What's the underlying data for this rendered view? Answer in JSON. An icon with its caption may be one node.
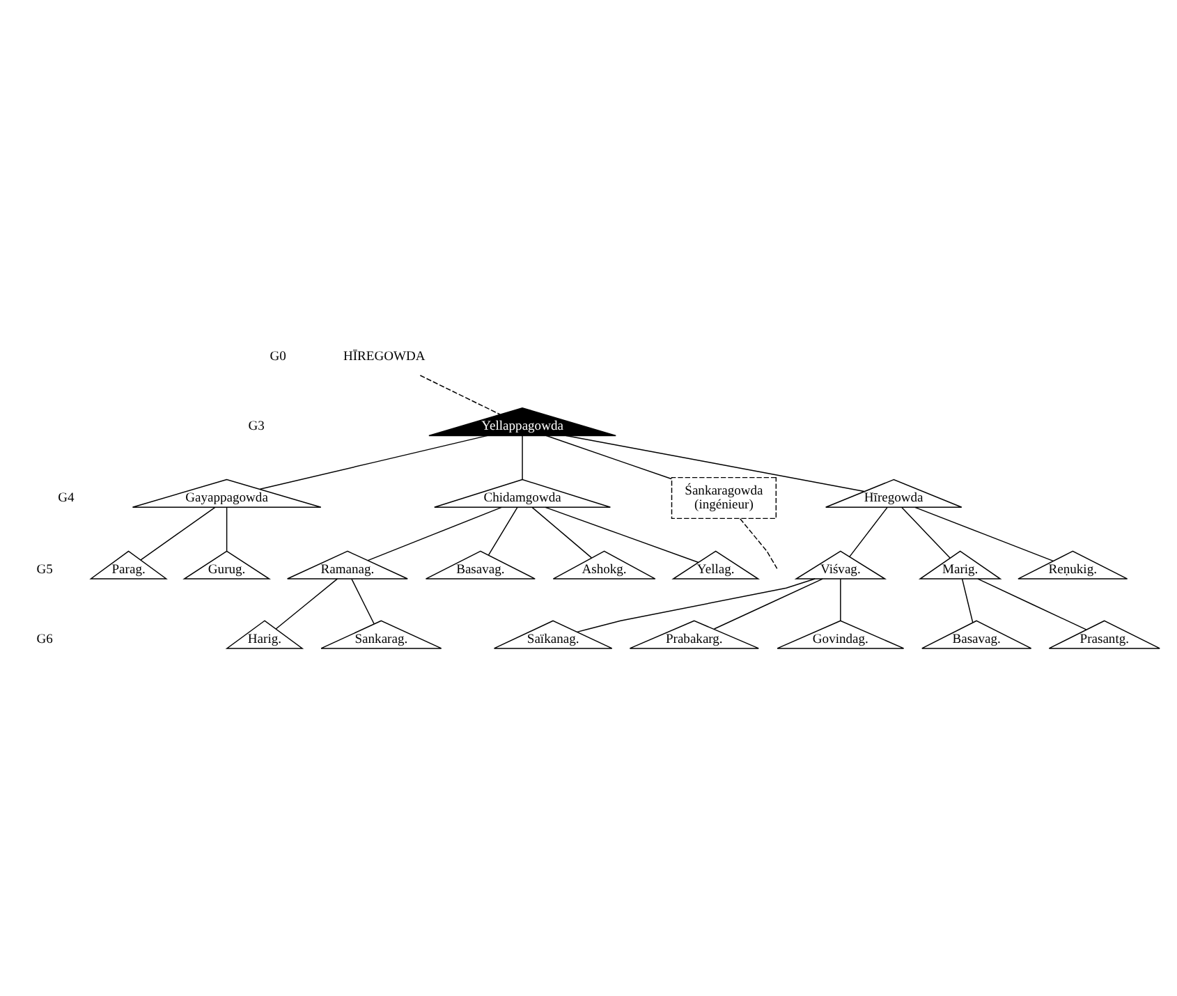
{
  "diagram": {
    "nodes": [
      {
        "text": [
          "HĪREGOWDA"
        ]
      },
      {
        "text": [
          "Yellappagowda"
        ]
      },
      {
        "text": [
          "Hīregowda"
        ]
      },
      {
        "text": [
          "Gayappagowda"
        ]
      },
      {
        "text": [
          "Chidamgowda"
        ]
      },
      {
        "text": [
          "Śankaragowda",
          "(ingénieur)"
        ]
      },
      {
        "text": [
          "Marig."
        ]
      },
      {
        "text": [
          "Reṇukig."
        ]
      },
      {
        "text": [
          "Viśvag."
        ]
      },
      {
        "text": [
          "Parag."
        ]
      },
      {
        "text": [
          "Gurug."
        ]
      },
      {
        "text": [
          "Ramanag."
        ]
      },
      {
        "text": [
          "Basavag."
        ]
      },
      {
        "text": [
          "Ashokg."
        ]
      },
      {
        "text": [
          "Yellag."
        ]
      },
      {
        "text": [
          "Basavag."
        ]
      },
      {
        "text": [
          "Prasantg."
        ]
      },
      {
        "text": [
          "Saïkanag."
        ]
      },
      {
        "text": [
          "Prabakarg."
        ]
      },
      {
        "text": [
          "Govindag."
        ]
      },
      {
        "text": [
          "Sankarag."
        ]
      },
      {
        "text": [
          "Harig."
        ]
      }
    ],
    "edges": [
      {
        "from": 0,
        "to": 1,
        "arrow": "none",
        "style": "dashed"
      },
      {
        "from": 1,
        "to": 2,
        "arrow": "none"
      },
      {
        "from": 1,
        "to": 3,
        "arrow": "none"
      },
      {
        "from": 1,
        "to": 4,
        "arrow": "none"
      },
      {
        "from": 1,
        "to": 5,
        "arrow": "none"
      },
      {
        "from": 5,
        "to": null,
        "arrow": "none",
        "style": "dashed"
      },
      {
        "from": 2,
        "to": 6,
        "arrow": "none"
      },
      {
        "from": 2,
        "to": 7,
        "arrow": "none"
      },
      {
        "from": 2,
        "to": 8,
        "arrow": "none"
      },
      {
        "from": 3,
        "to": 9,
        "arrow": "none"
      },
      {
        "from": 3,
        "to": 10,
        "arrow": "none"
      },
      {
        "from": 4,
        "to": 11,
        "arrow": "none"
      },
      {
        "from": 4,
        "to": 12,
        "arrow": "none"
      },
      {
        "from": 4,
        "to": 13,
        "arrow": "none"
      },
      {
        "from": 4,
        "to": 14,
        "arrow": "none"
      },
      {
        "from": 6,
        "to": 15,
        "arrow": "none"
      },
      {
        "from": 6,
        "to": 16,
        "arrow": "none"
      },
      {
        "from": 8,
        "to": 17,
        "arrow": "none"
      },
      {
        "from": 8,
        "to": 18,
        "arrow": "none"
      },
      {
        "from": 8,
        "to": 19,
        "arrow": "none"
      },
      {
        "from": 11,
        "to": 20,
        "arrow": "none"
      },
      {
        "from": 11,
        "to": 21,
        "arrow": "none"
      }
    ],
    "labels": [
      "G0",
      "G3",
      "G4",
      "G5",
      "G6"
    ]
  }
}
